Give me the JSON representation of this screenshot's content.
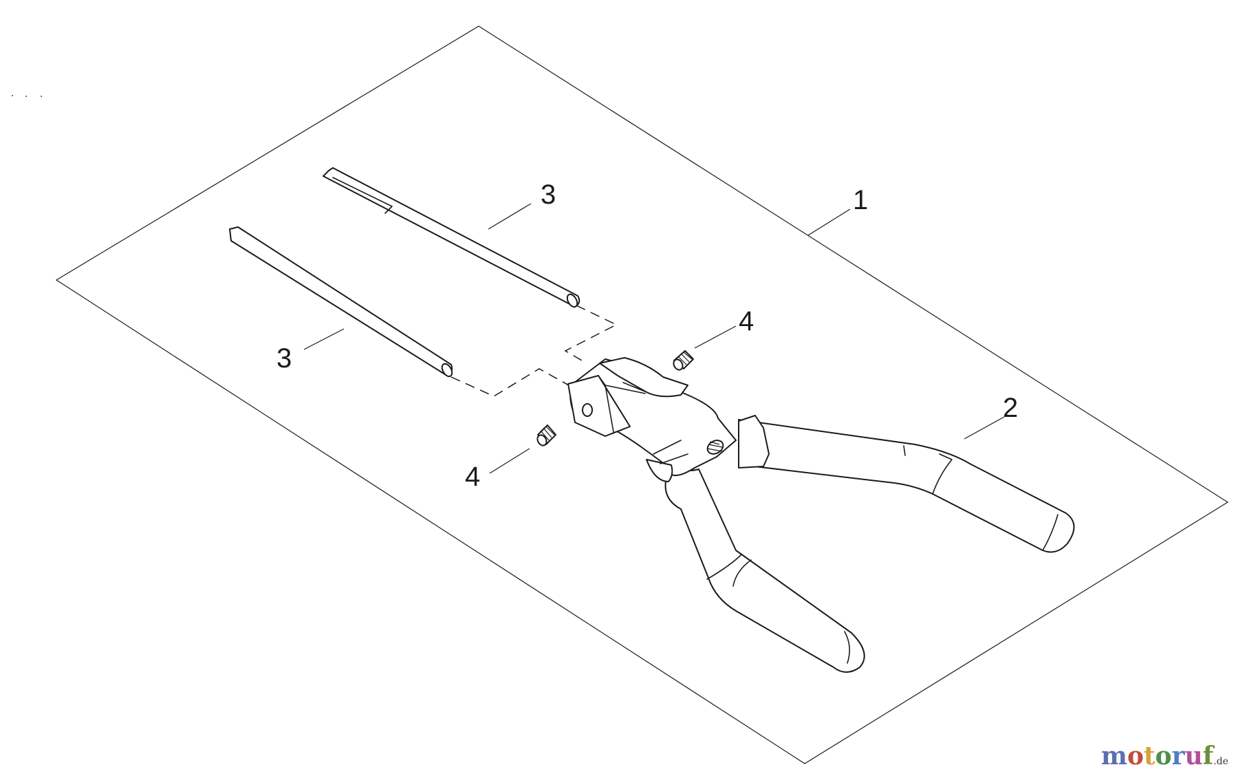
{
  "callouts": [
    {
      "id": "1",
      "label": "1"
    },
    {
      "id": "2",
      "label": "2"
    },
    {
      "id": "3a",
      "label": "3"
    },
    {
      "id": "3b",
      "label": "3"
    },
    {
      "id": "4a",
      "label": "4"
    },
    {
      "id": "4b",
      "label": "4"
    }
  ],
  "watermark": {
    "letters": [
      "m",
      "o",
      "t",
      "o",
      "r",
      "u",
      "f"
    ],
    "tld": ".de"
  },
  "icons": {
    "logo": "motoruf-logo"
  }
}
